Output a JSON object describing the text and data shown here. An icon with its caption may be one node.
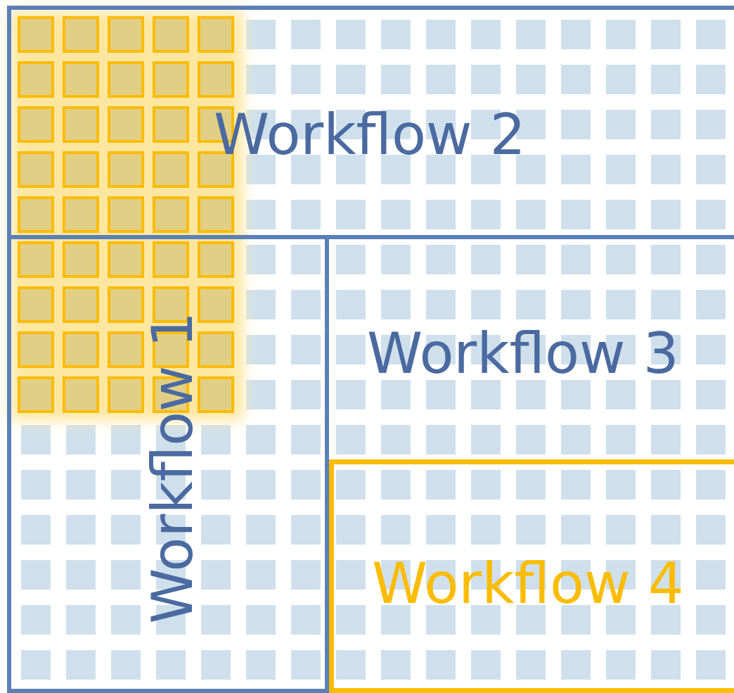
{
  "diagram": {
    "nodes": [
      {
        "text": [
          "Workflow 2"
        ]
      },
      {
        "text": [
          "Workflow 1"
        ]
      },
      {
        "text": [
          "Workflow 3"
        ]
      },
      {
        "text": [
          "Workflow 4"
        ],
        "in": 2
      }
    ],
    "edges": []
  }
}
